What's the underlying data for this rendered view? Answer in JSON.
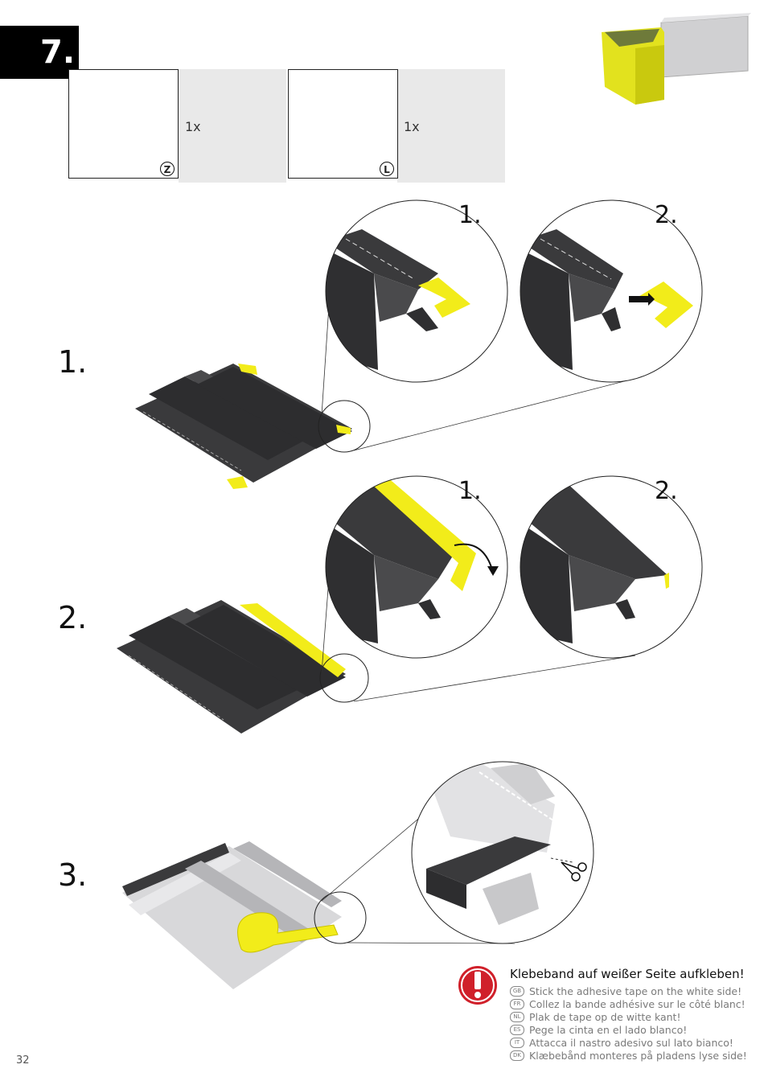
{
  "step": {
    "label": "7."
  },
  "parts": [
    {
      "quantity": "1x",
      "code": "Z",
      "icon": "corrugated-sheet"
    },
    {
      "quantity": "1x",
      "code": "L",
      "icon": "tape-roll"
    }
  ],
  "sections": [
    {
      "number": "1.",
      "detail_labels": [
        "1.",
        "2."
      ]
    },
    {
      "number": "2.",
      "detail_labels": [
        "1.",
        "2."
      ]
    },
    {
      "number": "3."
    }
  ],
  "warning": {
    "icon": "exclamation-icon",
    "title": "Klebeband auf weißer Seite aufkleben!",
    "translations": [
      {
        "code": "GB",
        "text": "Stick the adhesive tape on the white side!"
      },
      {
        "code": "FR",
        "text": "Collez la bande adhésive sur le côté blanc!"
      },
      {
        "code": "NL",
        "text": "Plak de tape op de witte kant!"
      },
      {
        "code": "ES",
        "text": "Pege la cinta en el lado blanco!"
      },
      {
        "code": "IT",
        "text": "Attacca il nastro adesivo sul lato bianco!"
      },
      {
        "code": "DK",
        "text": "Klæbebånd monteres på pladens lyse side!"
      }
    ]
  },
  "page_number": "32",
  "colors": {
    "accent": "#f2ec1a",
    "panel": "#3a3a3c",
    "light_panel": "#d5d5d7",
    "warning": "#d0202a"
  }
}
